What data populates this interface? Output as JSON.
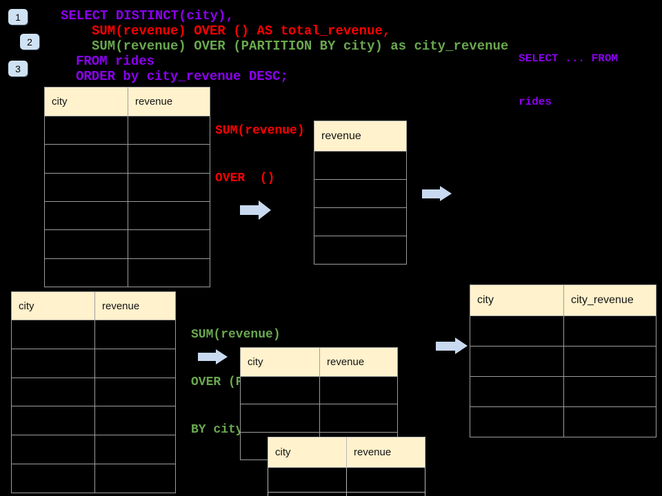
{
  "badges": {
    "one": "1",
    "two": "2",
    "three": "3"
  },
  "sql": {
    "line1": "SELECT DISTINCT(city),",
    "line2": "SUM(revenue) OVER () AS total_revenue,",
    "line3": "SUM(revenue) OVER (PARTITION BY city) as city_revenue",
    "line4": "FROM rides",
    "line5": "ORDER by city_revenue DESC;"
  },
  "side_note": {
    "line1": "SELECT ... FROM",
    "line2": "rides"
  },
  "annotations": {
    "total": {
      "line1": "SUM(revenue)",
      "line2": "OVER  ()"
    },
    "partition": {
      "line1": "SUM(revenue)",
      "line2": "OVER (PARTITION",
      "line3": "BY city)"
    }
  },
  "tables": {
    "source_top": {
      "headers": [
        "city",
        "revenue"
      ],
      "empty_rows": 6
    },
    "total_result": {
      "headers": [
        "revenue"
      ],
      "empty_rows": 4
    },
    "source_bottom": {
      "headers": [
        "city",
        "revenue"
      ],
      "empty_rows": 6
    },
    "partition_mid": {
      "headers": [
        "city",
        "revenue"
      ],
      "empty_rows": 3
    },
    "partition_overlay": {
      "headers": [
        "city",
        "revenue"
      ],
      "empty_rows": 2
    },
    "result": {
      "headers": [
        "city",
        "city_revenue"
      ],
      "empty_rows": 4
    }
  },
  "icons": {
    "arrow1": "arrow-right-icon",
    "arrow2": "arrow-right-icon",
    "arrow3": "arrow-right-icon",
    "arrow4": "arrow-right-icon"
  },
  "colors": {
    "background": "#000000",
    "sql_purple": "#8C00F0",
    "sql_red": "#FF0000",
    "sql_green": "#6AA84F",
    "table_header_fill": "#FFF2CC",
    "table_border": "#9E9E9E",
    "badge_fill": "#CFE2F3",
    "arrow_fill": "#C9DAF0"
  }
}
